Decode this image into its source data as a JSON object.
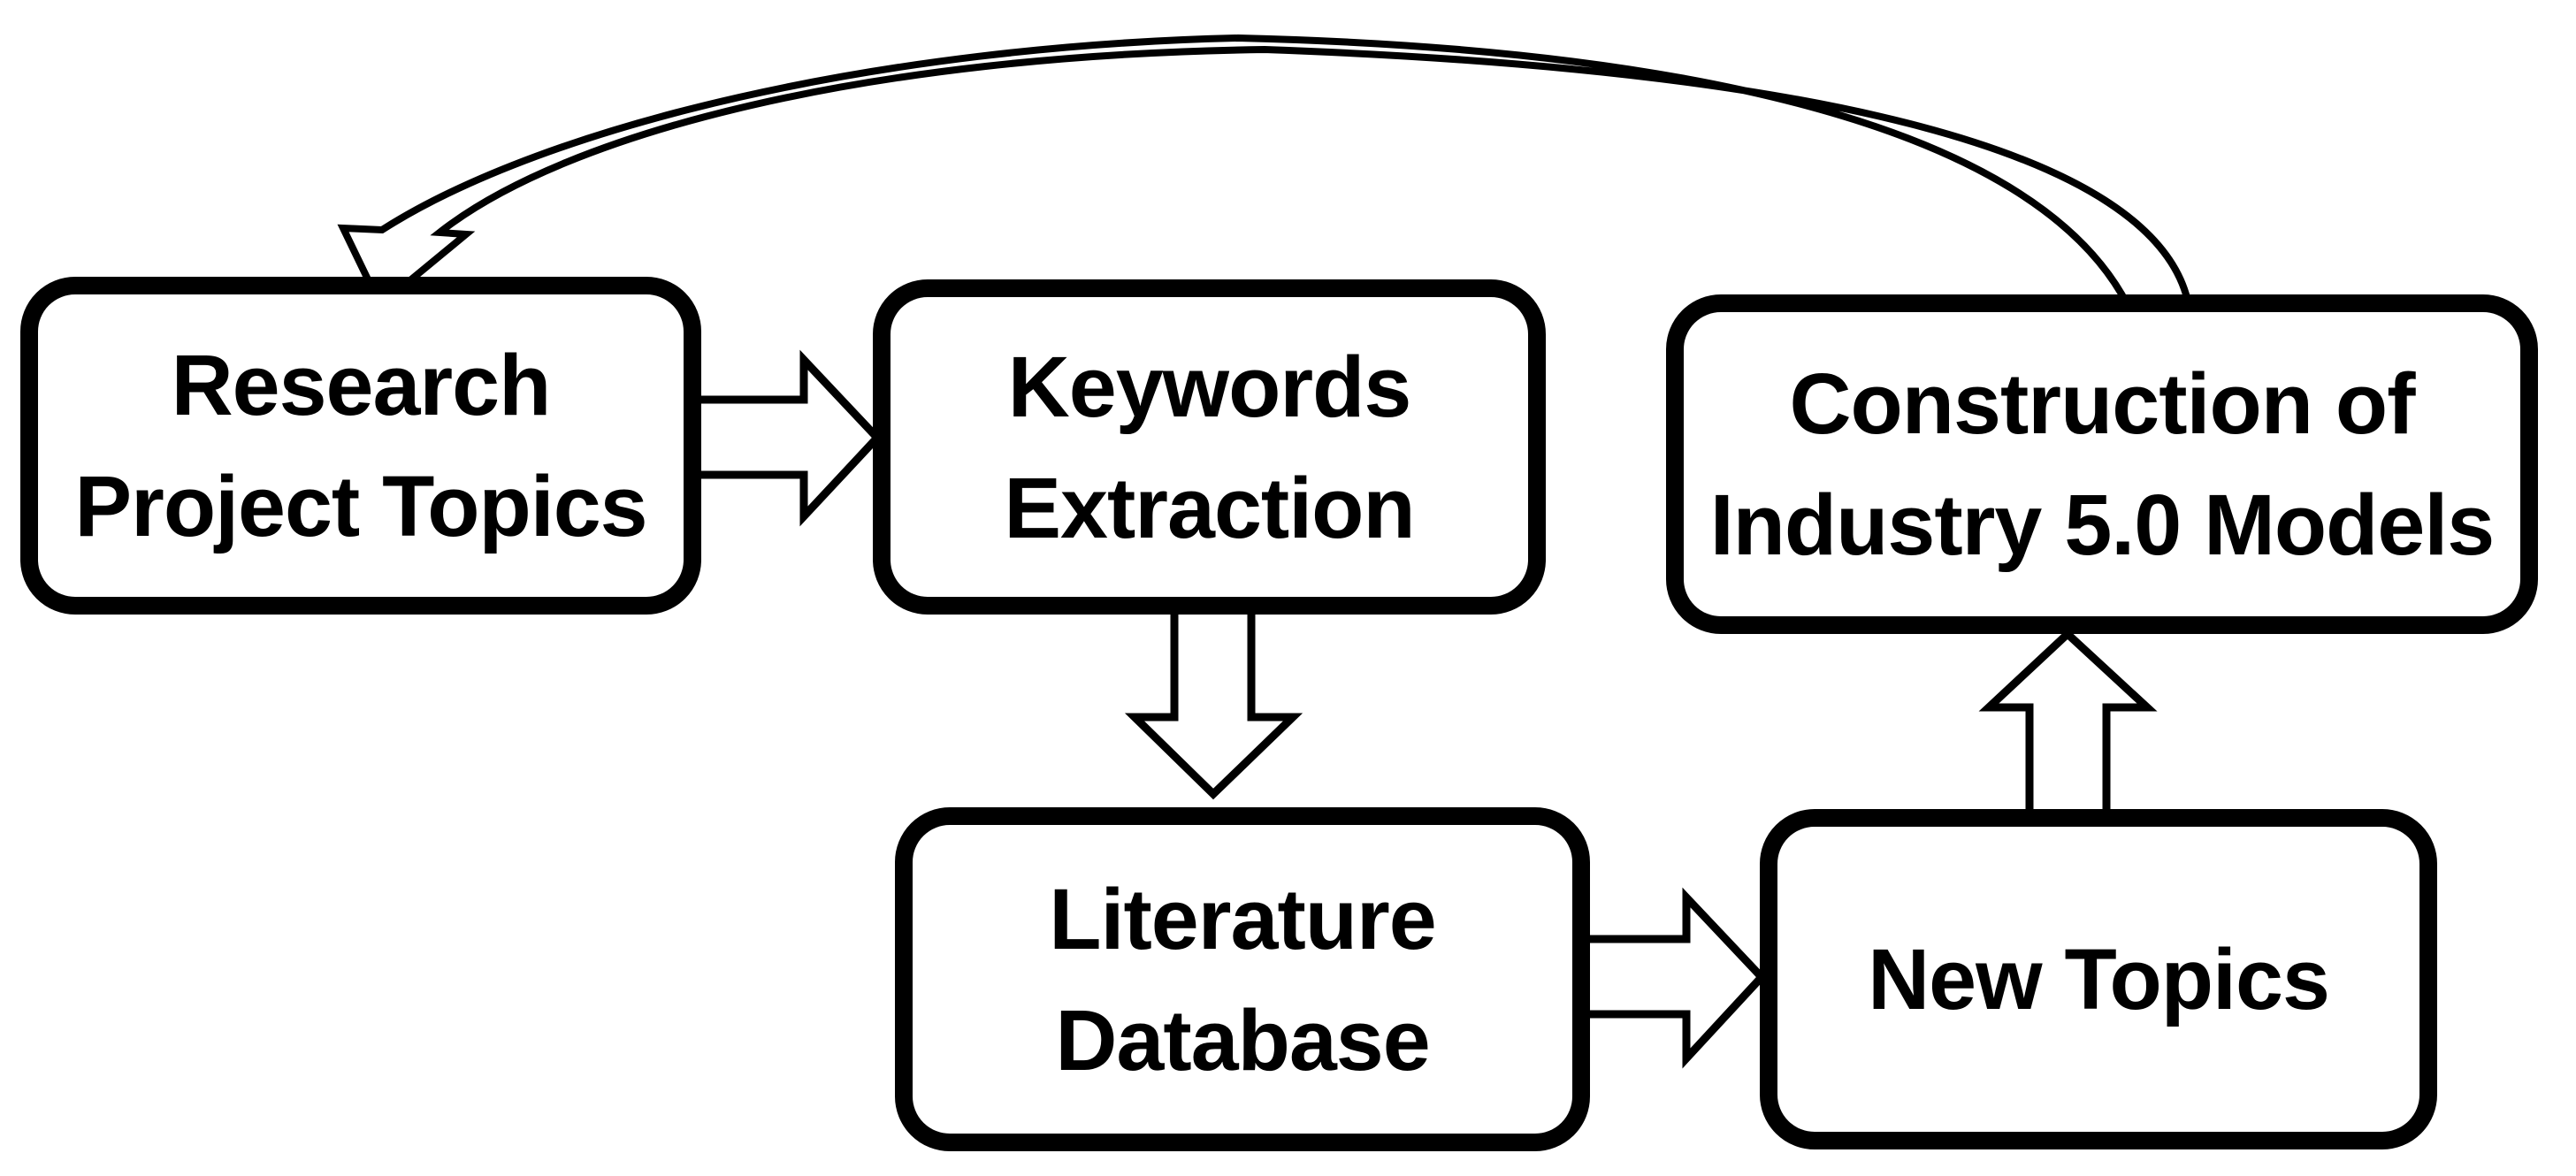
{
  "figure": {
    "type": "flowchart",
    "background": "#ffffff",
    "line_color": "#000000",
    "node_fill": "#ffffff",
    "text_color": "#000000"
  },
  "nodes": [
    {
      "id": "research-project-topics",
      "lines": [
        "Research",
        "Project Topics"
      ]
    },
    {
      "id": "keywords-extraction",
      "lines": [
        "Keywords",
        "Extraction"
      ]
    },
    {
      "id": "construction-of-industry-5-0-models",
      "lines": [
        "Construction of",
        "Industry 5.0 Models"
      ]
    },
    {
      "id": "literature-database",
      "lines": [
        "Literature",
        "Database"
      ]
    },
    {
      "id": "new-topics",
      "lines": [
        "New Topics"
      ]
    }
  ],
  "edges": [
    {
      "from": "research-project-topics",
      "to": "keywords-extraction",
      "type": "block-arrow",
      "direction": "right"
    },
    {
      "from": "keywords-extraction",
      "to": "literature-database",
      "type": "block-arrow",
      "direction": "down"
    },
    {
      "from": "literature-database",
      "to": "new-topics",
      "type": "block-arrow",
      "direction": "right"
    },
    {
      "from": "new-topics",
      "to": "construction-of-industry-5-0-models",
      "type": "block-arrow",
      "direction": "up"
    },
    {
      "from": "construction-of-industry-5-0-models",
      "to": "research-project-topics",
      "type": "curved-arrow",
      "direction": "over-top-right-to-left"
    }
  ]
}
